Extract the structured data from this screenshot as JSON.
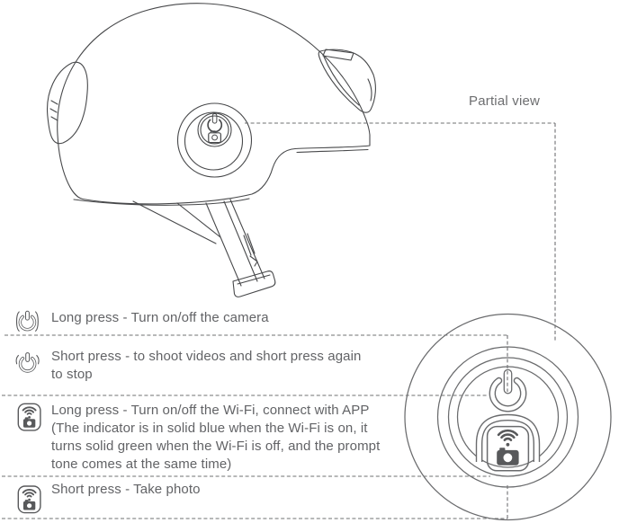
{
  "partial_view": {
    "label": "Partial view"
  },
  "instructions": [
    {
      "icon": "power-press-icon",
      "lines": [
        "Long press - Turn on/off the camera"
      ]
    },
    {
      "icon": "power-press-icon",
      "lines": [
        "Short press - to shoot videos and short press again",
        "to stop"
      ]
    },
    {
      "icon": "wifi-camera-button-icon",
      "lines": [
        "Long press - Turn on/off the Wi-Fi, connect with APP",
        "(The indicator is in solid blue when the Wi-Fi is on, it",
        "turns solid green when the Wi-Fi is off, and the prompt",
        "tone comes at the same time)"
      ]
    },
    {
      "icon": "wifi-camera-button-icon",
      "lines": [
        "Short press - Take photo"
      ]
    }
  ],
  "colors": {
    "background": "#ffffff",
    "line_art": "#47484a",
    "detail_line": "#6a6b6d",
    "dash_line": "#6f7072",
    "icon_gray": "#58595b",
    "text_gray": "#626366"
  }
}
